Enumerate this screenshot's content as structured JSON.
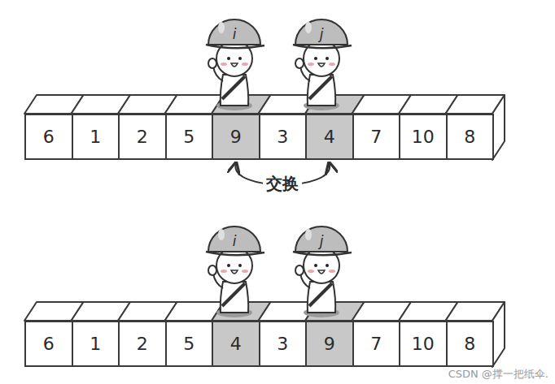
{
  "diagram": {
    "nodes": [
      {
        "text": [
          "6"
        ]
      },
      {
        "text": [
          "1"
        ]
      },
      {
        "text": [
          "2"
        ]
      },
      {
        "text": [
          "5"
        ]
      },
      {
        "text": [
          "9"
        ]
      },
      {
        "text": [
          "3"
        ]
      },
      {
        "text": [
          "4"
        ]
      },
      {
        "text": [
          "7"
        ]
      },
      {
        "text": [
          "10"
        ]
      },
      {
        "text": [
          "8"
        ]
      },
      {
        "text": [
          "6"
        ]
      },
      {
        "text": [
          "1"
        ]
      },
      {
        "text": [
          "2"
        ]
      },
      {
        "text": [
          "5"
        ]
      },
      {
        "text": [
          "4"
        ]
      },
      {
        "text": [
          "3"
        ]
      },
      {
        "text": [
          "9"
        ]
      },
      {
        "text": [
          "7"
        ]
      },
      {
        "text": [
          "10"
        ]
      },
      {
        "text": [
          "8"
        ]
      }
    ],
    "edges": [
      {
        "from": 4,
        "to": 6,
        "label": "交换",
        "arrow": "both"
      }
    ],
    "labels": [
      "i",
      "j",
      "i",
      "j",
      "CSDN @撑一把纸伞."
    ]
  }
}
